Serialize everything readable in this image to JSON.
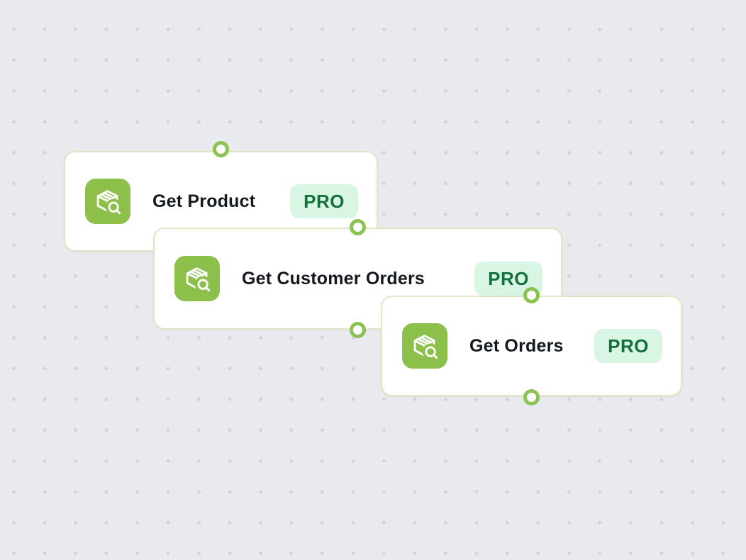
{
  "canvas": {
    "background_color": "#e9eaee",
    "dot_color": "#d2d4da"
  },
  "nodes": [
    {
      "title": "Get Product",
      "badge": "PRO",
      "icon": "package-search-icon"
    },
    {
      "title": "Get Customer Orders",
      "badge": "PRO",
      "icon": "package-search-icon"
    },
    {
      "title": "Get Orders",
      "badge": "PRO",
      "icon": "package-search-icon"
    }
  ],
  "colors": {
    "node_border": "#dde8c3",
    "node_background": "#ffffff",
    "icon_background": "#8cc04b",
    "handle_ring": "#8cc153",
    "badge_background": "#d9f6e4",
    "badge_text": "#15713c",
    "title_text": "#14181f"
  }
}
